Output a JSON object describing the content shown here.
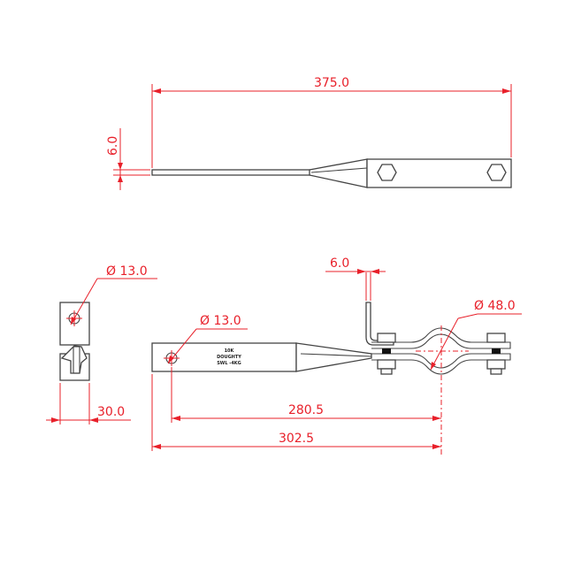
{
  "dimensions": {
    "overall_length": "375.0",
    "rod_thickness": "6.0",
    "side_hole_diameter": "13.0",
    "side_width": "30.0",
    "front_hole_diameter": "13.0",
    "tab_offset": "6.0",
    "clamp_diameter": "48.0",
    "length_to_clamp_center_from_hole": "280.5",
    "length_to_clamp_center": "302.5",
    "diameter_symbol": "Ø"
  },
  "marking": {
    "line1": "10K",
    "line2": "DOUGHTY",
    "line3": "SWL -4KG"
  },
  "colors": {
    "dimension": "#e8202a",
    "outline": "#444444"
  }
}
